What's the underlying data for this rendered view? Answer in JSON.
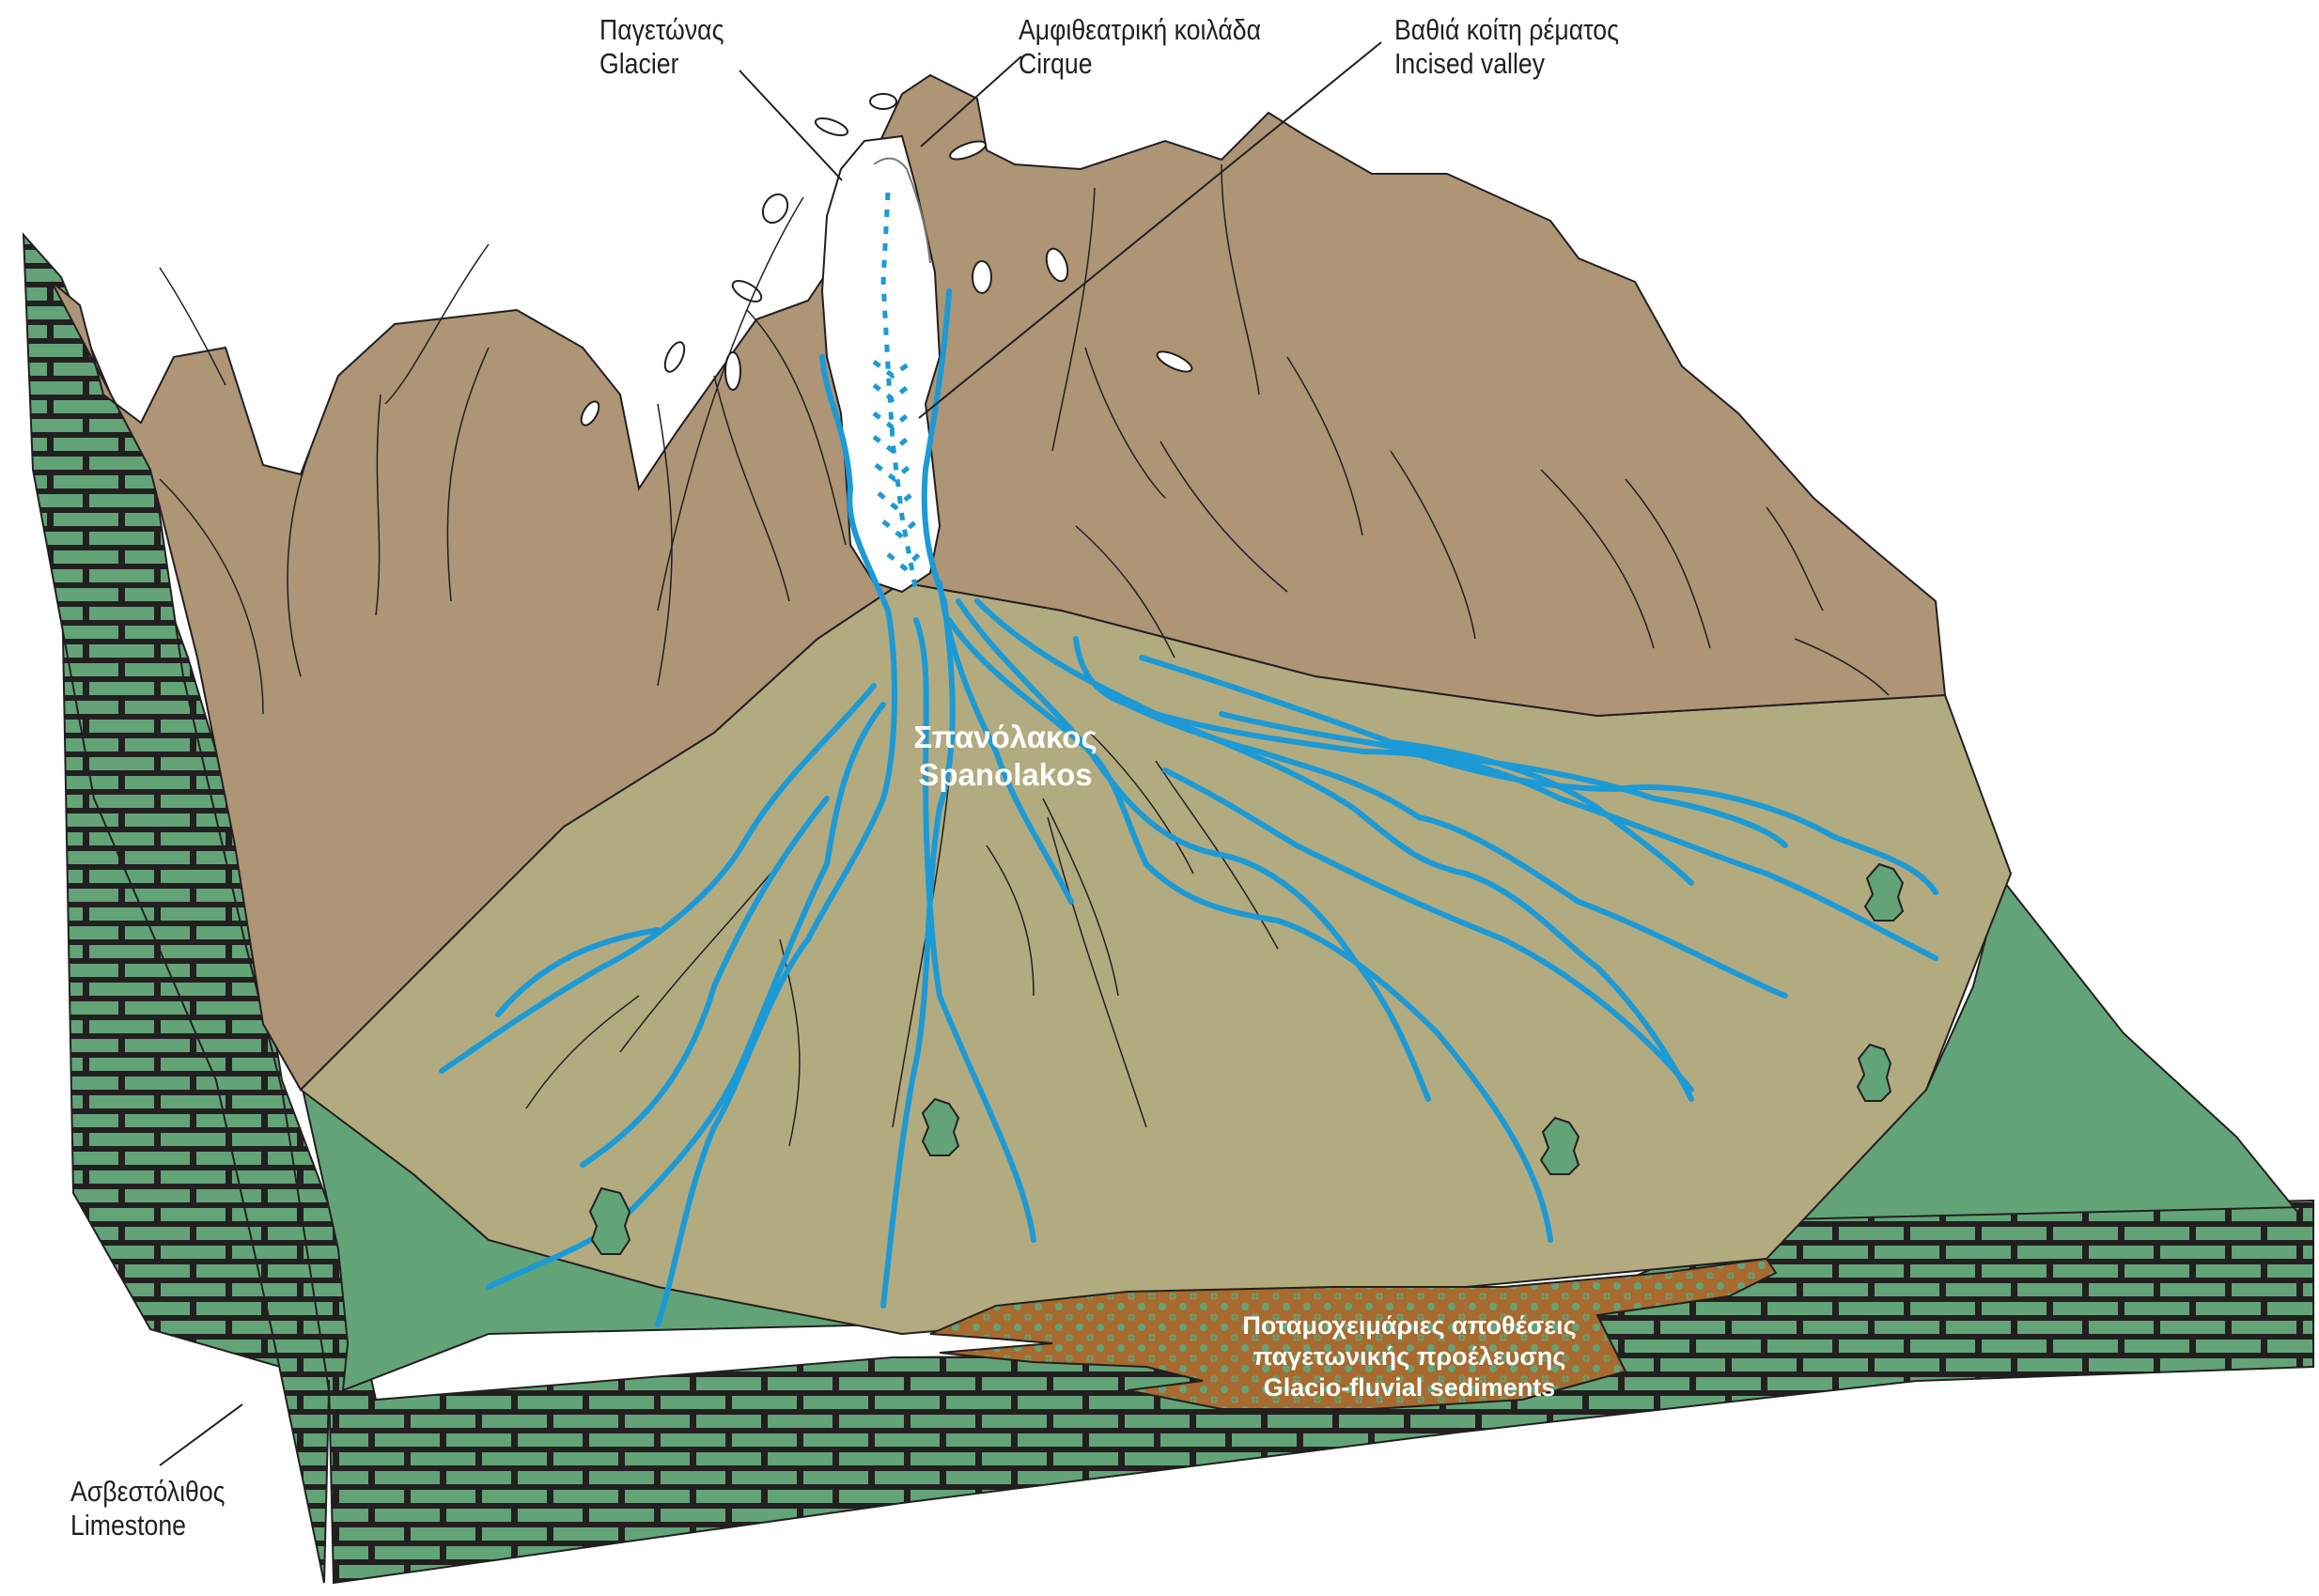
{
  "diagram": {
    "title": "Spanolakos glacial valley block diagram",
    "labels": {
      "glacier": {
        "greek": "Παγετώνας",
        "english": "Glacier"
      },
      "cirque": {
        "greek": "Αμφιθεατρική κοιλάδα",
        "english": "Cirque"
      },
      "incised_valley": {
        "greek": "Βαθιά κοίτη ρέματος",
        "english": "Incised valley"
      },
      "limestone": {
        "greek": "Ασβεστόλιθος",
        "english": "Limestone"
      },
      "spanolakos": {
        "greek": "Σπανόλακος",
        "english": "Spanolakos"
      },
      "sediments": {
        "greek_line1": "Ποταμοχειμάριες αποθέσεις",
        "greek_line2": "παγετωνικής προέλευσης",
        "english": "Glacio-fluvial sediments"
      }
    },
    "colors": {
      "mountain": "#ad9576",
      "plain": "#b3ab80",
      "limestone": "#62a477",
      "mortar": "#231f20",
      "river": "#1b9ad6",
      "glacier": "#ffffff",
      "sediment": "#a86a2e",
      "outline": "#231f20"
    }
  }
}
